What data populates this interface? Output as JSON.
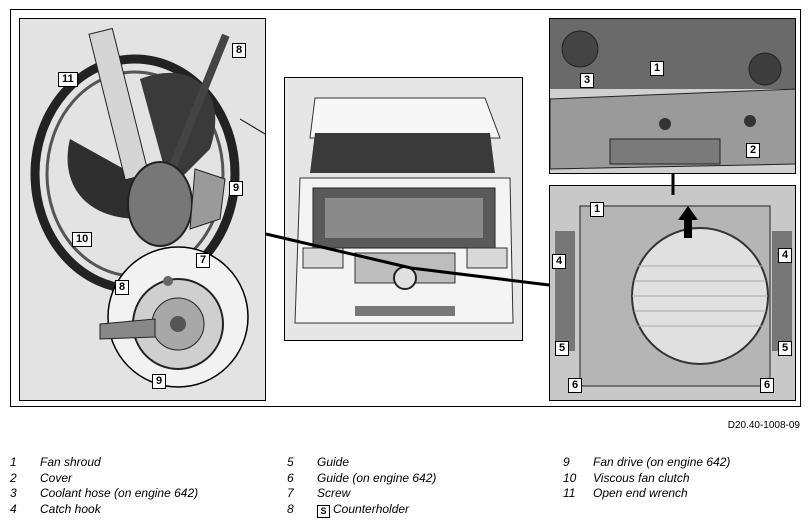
{
  "figure_id": "D20.40-1008-09",
  "callouts": {
    "fan": [
      "11",
      "8",
      "9",
      "10",
      "7",
      "8",
      "9"
    ],
    "top_right": [
      "1",
      "3",
      "2"
    ],
    "bottom_right": [
      "1",
      "4",
      "4",
      "5",
      "5",
      "6",
      "6"
    ]
  },
  "legend": {
    "col1": [
      {
        "num": "1",
        "label": "Fan shroud"
      },
      {
        "num": "2",
        "label": "Cover"
      },
      {
        "num": "3",
        "label": "Coolant hose (on engine 642)"
      },
      {
        "num": "4",
        "label": "Catch hook"
      }
    ],
    "col2": [
      {
        "num": "5",
        "label": "Guide"
      },
      {
        "num": "6",
        "label": "Guide (on engine 642)"
      },
      {
        "num": "7",
        "label": "Screw"
      },
      {
        "num": "8",
        "label": "Counterholder",
        "icon": "special-tool-icon"
      }
    ],
    "col3": [
      {
        "num": "9",
        "label": "Fan drive (on engine 642)"
      },
      {
        "num": "10",
        "label": "Viscous fan clutch"
      },
      {
        "num": "11",
        "label": "Open end wrench"
      }
    ]
  }
}
